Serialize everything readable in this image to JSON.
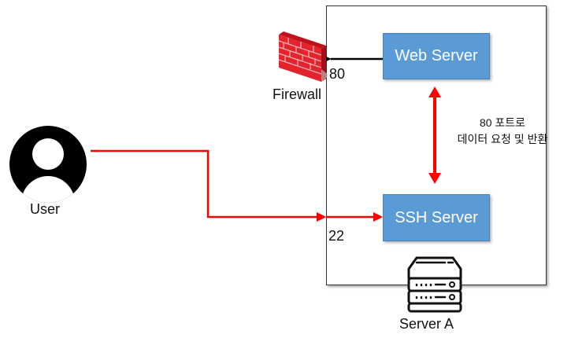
{
  "diagram": {
    "user": {
      "label": "User",
      "icon": "user-avatar-icon"
    },
    "firewall": {
      "label": "Firewall",
      "icon": "firewall-brick-wall-icon",
      "port": "80"
    },
    "server_a": {
      "label": "Server A",
      "icon": "server-rack-icon"
    },
    "web_server": {
      "label": "Web Server"
    },
    "ssh_server": {
      "label": "SSH Server",
      "port": "22"
    },
    "link_note": {
      "line1": "80 포트로",
      "line2": "데이터 요청 및 반환"
    },
    "colors": {
      "node_fill": "#5b9bd5",
      "connector_red": "#ff0000",
      "arrow_black": "#000000"
    }
  }
}
